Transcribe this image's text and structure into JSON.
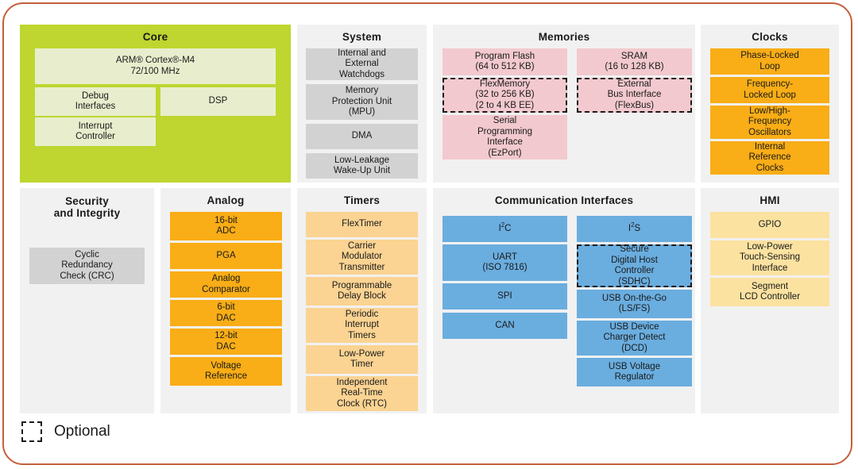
{
  "diagram": {
    "legend": {
      "label": "Optional",
      "swatch": "dashed-square-icon"
    },
    "colors": {
      "frame": "#c4603c",
      "panel_bg": "#f1f1f1",
      "core_panel": "#bed62f",
      "core_block": "#e8eecd",
      "system_block": "#d2d2d2",
      "memories_block": "#f2c9ce",
      "clocks_block": "#f9ad16",
      "security_block": "#d2d2d2",
      "analog_block": "#f9ad16",
      "timers_block": "#fbd392",
      "comms_block": "#6aaddf",
      "hmi_block": "#fce2a0"
    },
    "groups": {
      "core": {
        "title": "Core",
        "blocks": [
          {
            "lines": [
              "ARM® Cortex®-M4",
              "72/100 MHz"
            ],
            "optional": false
          },
          {
            "lines": [
              "Debug",
              "Interfaces"
            ],
            "optional": false
          },
          {
            "lines": [
              "DSP"
            ],
            "optional": false
          },
          {
            "lines": [
              "Interrupt",
              "Controller"
            ],
            "optional": false
          }
        ]
      },
      "system": {
        "title": "System",
        "blocks": [
          {
            "lines": [
              "Internal and",
              "External",
              "Watchdogs"
            ],
            "optional": false
          },
          {
            "lines": [
              "Memory",
              "Protection Unit",
              "(MPU)"
            ],
            "optional": false
          },
          {
            "lines": [
              "DMA"
            ],
            "optional": false
          },
          {
            "lines": [
              "Low-Leakage",
              "Wake-Up Unit"
            ],
            "optional": false
          }
        ]
      },
      "memories": {
        "title": "Memories",
        "blocks": [
          {
            "lines": [
              "Program Flash",
              "(64 to 512 KB)"
            ],
            "optional": false
          },
          {
            "lines": [
              "SRAM",
              "(16 to 128 KB)"
            ],
            "optional": false
          },
          {
            "lines": [
              "FlexMemory",
              "(32 to 256 KB)",
              "(2 to 4 KB EE)"
            ],
            "optional": true
          },
          {
            "lines": [
              "External",
              "Bus Interface",
              "(FlexBus)"
            ],
            "optional": true
          },
          {
            "lines": [
              "Serial",
              "Programming",
              "Interface",
              "(EzPort)"
            ],
            "optional": false
          }
        ]
      },
      "clocks": {
        "title": "Clocks",
        "blocks": [
          {
            "lines": [
              "Phase-Locked",
              "Loop"
            ],
            "optional": false
          },
          {
            "lines": [
              "Frequency-",
              "Locked Loop"
            ],
            "optional": false
          },
          {
            "lines": [
              "Low/High-",
              "Frequency",
              "Oscillators"
            ],
            "optional": false
          },
          {
            "lines": [
              "Internal",
              "Reference",
              "Clocks"
            ],
            "optional": false
          }
        ]
      },
      "security": {
        "title": "Security\nand Integrity",
        "title_lines": [
          "Security",
          "and Integrity"
        ],
        "blocks": [
          {
            "lines": [
              "Cyclic",
              "Redundancy",
              "Check (CRC)"
            ],
            "optional": false
          }
        ]
      },
      "analog": {
        "title": "Analog",
        "blocks": [
          {
            "lines": [
              "16-bit",
              "ADC"
            ],
            "optional": false
          },
          {
            "lines": [
              "PGA"
            ],
            "optional": false
          },
          {
            "lines": [
              "Analog",
              "Comparator"
            ],
            "optional": false
          },
          {
            "lines": [
              "6-bit",
              "DAC"
            ],
            "optional": false
          },
          {
            "lines": [
              "12-bit",
              "DAC"
            ],
            "optional": false
          },
          {
            "lines": [
              "Voltage",
              "Reference"
            ],
            "optional": false
          }
        ]
      },
      "timers": {
        "title": "Timers",
        "blocks": [
          {
            "lines": [
              "FlexTimer"
            ],
            "optional": false
          },
          {
            "lines": [
              "Carrier",
              "Modulator",
              "Transmitter"
            ],
            "optional": false
          },
          {
            "lines": [
              "Programmable",
              "Delay Block"
            ],
            "optional": false
          },
          {
            "lines": [
              "Periodic",
              "Interrupt",
              "Timers"
            ],
            "optional": false
          },
          {
            "lines": [
              "Low-Power",
              "Timer"
            ],
            "optional": false
          },
          {
            "lines": [
              "Independent",
              "Real-Time",
              "Clock (RTC)"
            ],
            "optional": false
          }
        ]
      },
      "communication": {
        "title": "Communication Interfaces",
        "blocks": [
          {
            "lines": [
              "I²C"
            ],
            "html": "I<sup>2</sup>C",
            "optional": false
          },
          {
            "lines": [
              "I²S"
            ],
            "html": "I<sup>2</sup>S",
            "optional": false
          },
          {
            "lines": [
              "UART",
              "(ISO 7816)"
            ],
            "optional": false
          },
          {
            "lines": [
              "Secure",
              "Digital Host",
              "Controller",
              "(SDHC)"
            ],
            "optional": true
          },
          {
            "lines": [
              "SPI"
            ],
            "optional": false
          },
          {
            "lines": [
              "USB On-the-Go",
              "(LS/FS)"
            ],
            "optional": false
          },
          {
            "lines": [
              "CAN"
            ],
            "optional": false
          },
          {
            "lines": [
              "USB Device",
              "Charger Detect",
              "(DCD)"
            ],
            "optional": false
          },
          {
            "lines": [
              "USB Voltage",
              "Regulator"
            ],
            "optional": false
          }
        ]
      },
      "hmi": {
        "title": "HMI",
        "blocks": [
          {
            "lines": [
              "GPIO"
            ],
            "optional": false
          },
          {
            "lines": [
              "Low-Power",
              "Touch-Sensing",
              "Interface"
            ],
            "optional": false
          },
          {
            "lines": [
              "Segment",
              "LCD Controller"
            ],
            "optional": false
          }
        ]
      }
    }
  }
}
